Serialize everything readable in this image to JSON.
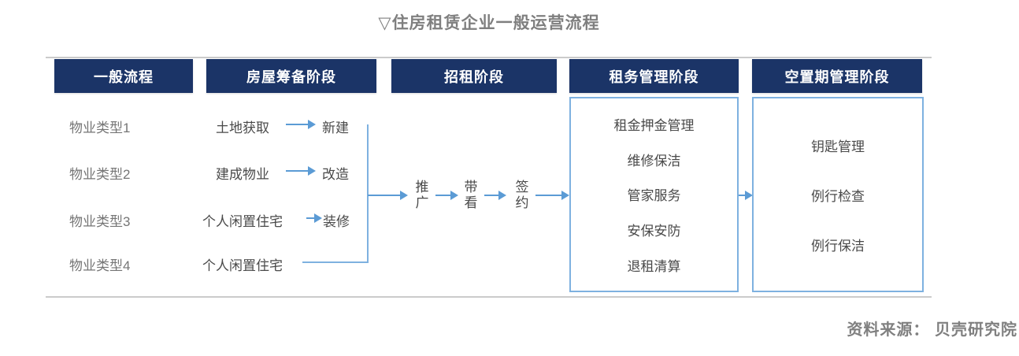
{
  "title": "▽住房租赁企业一般运营流程",
  "source": "资料来源： 贝壳研究院",
  "colors": {
    "header_bg": "#1b3467",
    "header_text": "#ffffff",
    "arrow_blue": "#5b9bd5",
    "box_border_blue": "#7eb1e0",
    "gray_text": "#757575",
    "dark_text": "#4a4a4a",
    "title_gray": "#7f7f7f",
    "divider_gray": "#cbcbcb"
  },
  "headers": [
    "一般流程",
    "房屋筹备阶段",
    "招租阶段",
    "租务管理阶段",
    "空置期管理阶段"
  ],
  "property_types": [
    "物业类型1",
    "物业类型2",
    "物业类型3",
    "物业类型4"
  ],
  "preparation": [
    {
      "source": "土地获取",
      "result": "新建"
    },
    {
      "source": "建成物业",
      "result": "改造"
    },
    {
      "source": "个人闲置住宅",
      "result": "装修"
    },
    {
      "source": "个人闲置住宅",
      "result": ""
    }
  ],
  "leasing_steps": [
    "推广",
    "带看",
    "签约"
  ],
  "tenancy_management": [
    "租金押金管理",
    "维修保洁",
    "管家服务",
    "安保安防",
    "退租清算"
  ],
  "vacancy_management": [
    "钥匙管理",
    "例行检查",
    "例行保洁"
  ]
}
